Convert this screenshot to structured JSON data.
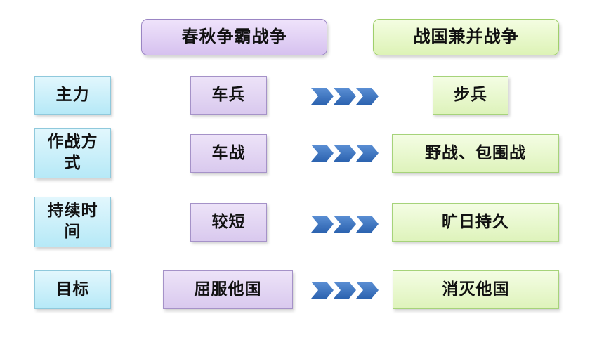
{
  "headers": {
    "left": "春秋争霸战争",
    "right": "战国兼并战争"
  },
  "rows": [
    {
      "category": [
        "主力"
      ],
      "old": "车兵",
      "new": "步兵"
    },
    {
      "category": [
        "作战方",
        "式"
      ],
      "old": "车战",
      "new": "野战、包围战"
    },
    {
      "category": [
        "持续时",
        "间"
      ],
      "old": "较短",
      "new": "旷日持久"
    },
    {
      "category": [
        "目标"
      ],
      "old": "屈服他国",
      "new": "消灭他国"
    }
  ],
  "colors": {
    "arrow_top": "#5b8fd4",
    "arrow_bottom": "#2c63b0"
  },
  "icons": {
    "transition": "triple-chevron-right-icon"
  }
}
